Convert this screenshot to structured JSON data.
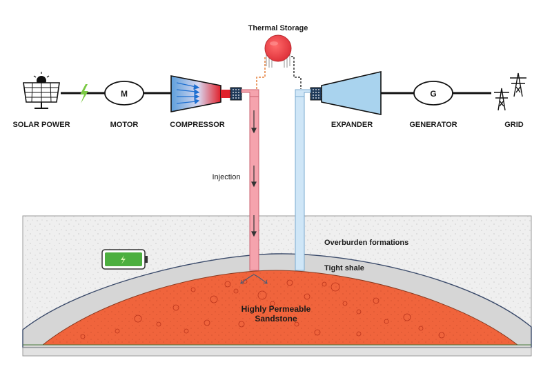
{
  "components": {
    "solar": "SOLAR POWER",
    "motor": "MOTOR",
    "compressor": "COMPRESSOR",
    "expander": "EXPANDER",
    "generator": "GENERATOR",
    "grid": "GRID"
  },
  "symbols": {
    "motor": "M",
    "generator": "G"
  },
  "storage_label": "Thermal Storage",
  "injection_label": "Injection",
  "layers": {
    "overburden": "Overburden formations",
    "shale": "Tight shale",
    "sandstone_line1": "Highly Permeable",
    "sandstone_line2": "Sandstone"
  },
  "colors": {
    "reservoir": "#f0643c",
    "hot_pipe": "#f5a3ad",
    "cold_pipe": "#cfe6f7",
    "compressor_cold": "#6aa9e0",
    "compressor_hot": "#e0202a",
    "expander": "#a9d3ee",
    "storage": "#e8434a",
    "battery": "#4caf3f",
    "bolt": "#7ac943",
    "rock": "#dcdcdc"
  },
  "icons": [
    "solar-panel-icon",
    "lightning-bolt-icon",
    "battery-icon",
    "power-pylon-icon"
  ]
}
